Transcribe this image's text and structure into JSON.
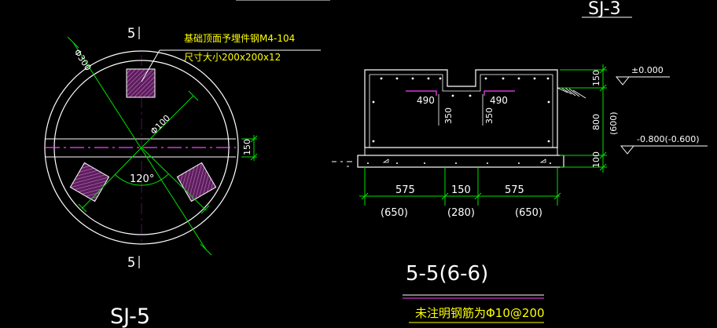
{
  "colors": {
    "background": "#000000",
    "white": "#ffffff",
    "green": "#00e000",
    "yellow": "#ffff00",
    "magenta": "#ff40ff",
    "hatch": "#b05ab0"
  },
  "left_view": {
    "title": "SJ-5",
    "section_mark_top": "5",
    "section_mark_bottom": "5",
    "dim_outer_diameter": "Φ300",
    "dim_inner_diameter": "Φ100",
    "dim_slot_width": "150",
    "angle_label": "120°",
    "note_line1": "基础顶面予埋件钢M4-104",
    "note_line2": "尺寸大小200x200x12"
  },
  "right_view": {
    "top_right_title": "SJ-3",
    "level_top": "±0.000",
    "level_bottom": "-0.800(-0.600)",
    "dim_left_490": "490",
    "dim_right_490": "490",
    "dim_350_left": "350",
    "dim_350_right": "350",
    "vert_dim_150": "150",
    "vert_dim_800": "800",
    "vert_dim_600": "(600)",
    "vert_dim_100": "100",
    "bottom_dims": [
      "575",
      "150",
      "575"
    ],
    "bottom_dims_alt": [
      "(650)",
      "(280)",
      "(650)"
    ],
    "section_title": "5-5(6-6)",
    "footnote": "未注明钢筋为Φ10@200"
  }
}
